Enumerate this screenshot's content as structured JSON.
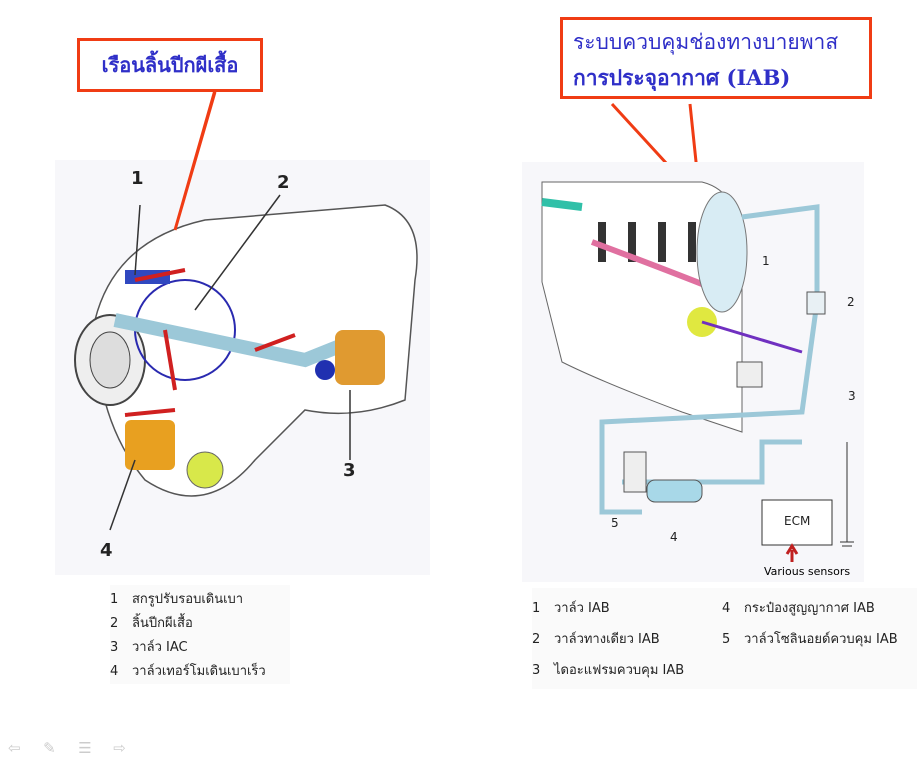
{
  "left": {
    "callout": "เรือนลิ้นปีกผีเสื้อ",
    "numbers": [
      "1",
      "2",
      "3",
      "4"
    ],
    "legend": [
      {
        "num": "1",
        "text": "สกรูปรับรอบเดินเบา"
      },
      {
        "num": "2",
        "text": "ลิ้นปีกผีเสื้อ"
      },
      {
        "num": "3",
        "text": "วาล์ว IAC"
      },
      {
        "num": "4",
        "text": "วาล์วเทอร์โมเดินเบาเร็ว"
      }
    ]
  },
  "right": {
    "callout_line1": "ระบบควบคุมช่องทางบายพาส",
    "callout_line2": "การประจุอากาศ (IAB)",
    "numbers": [
      "1",
      "2",
      "3",
      "4",
      "5"
    ],
    "ecm": "ECM",
    "sensors": "Various sensors",
    "legend": [
      {
        "num": "1",
        "text": "วาล์ว IAB"
      },
      {
        "num": "2",
        "text": "วาล์วทางเดียว IAB"
      },
      {
        "num": "3",
        "text": "ไดอะแฟรมควบคุม IAB"
      },
      {
        "num": "4",
        "text": "กระป๋องสูญญากาศ IAB"
      },
      {
        "num": "5",
        "text": "วาล์วโซลินอยด์ควบคุม IAB"
      }
    ]
  },
  "nav": {
    "prev": "⇦",
    "pen": "✎",
    "menu": "☰",
    "next": "⇨"
  }
}
